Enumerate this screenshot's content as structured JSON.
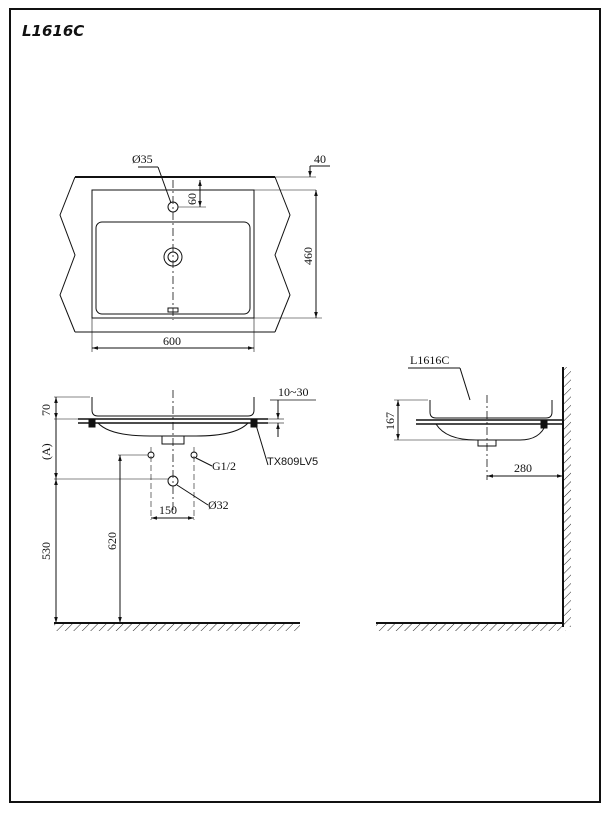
{
  "title": "L1616C",
  "top_view": {
    "dia_tap_hole": "Ø35",
    "dim_offset": "40",
    "dim_tap_distance": "60",
    "dim_depth": "460",
    "dim_width": "600"
  },
  "front_view": {
    "dim_rim_height": "70",
    "dim_counter_range": "10~30",
    "label_a": "(A)",
    "supply_thread": "G1/2",
    "fitting_model": "TX809LV5",
    "dim_supply_spacing": "150",
    "dia_drain": "Ø32",
    "dim_drain_height": "530",
    "dim_supply_height": "620"
  },
  "side_view": {
    "model_label": "L1616C",
    "dim_height": "167",
    "dim_wall_distance": "280"
  }
}
